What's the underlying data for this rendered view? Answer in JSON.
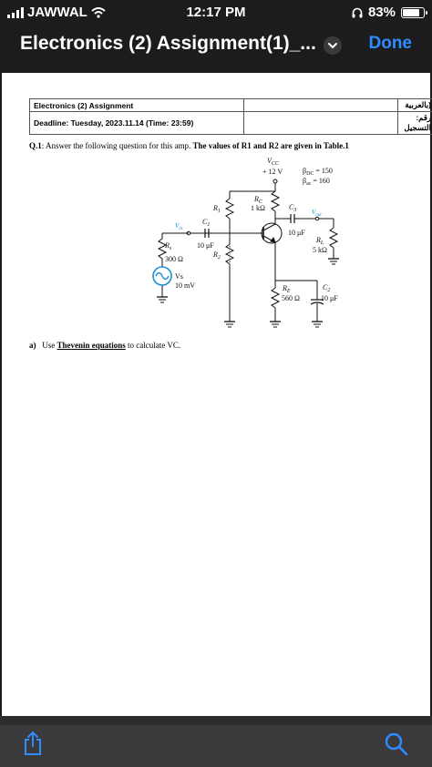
{
  "status": {
    "carrier": "JAWWAL",
    "time": "12:17 PM",
    "battery": "83%",
    "battery_level": 0.83
  },
  "nav": {
    "title": "Electronics (2) Assignment(1)_...",
    "done": "Done"
  },
  "doc": {
    "header": {
      "course": "Electronics (2) Assignment",
      "deadline": "Deadline: Tuesday, 2023.11.14 (Time: 23:59)",
      "arabic_name": "بالعربية)",
      "arabic_id": ":رقم التسجيل"
    },
    "q1": {
      "label": "Q.1",
      "text": ": Answer the following question for this amp. ",
      "bold": "The values of R1 and R2 are given in Table.1"
    },
    "qa": {
      "label": "a)",
      "pre": "Use ",
      "link": "Thevenin equations",
      "post": " to calculate VC."
    },
    "circuit": {
      "vcc": "V",
      "vcc_sub": "CC",
      "vcc_val": "+ 12 V",
      "bdc": "β",
      "bdc_sub": "DC",
      "bdc_val": " = 150",
      "bac": "β",
      "bac_sub": "ac",
      "bac_val": " = 160",
      "rc": "R",
      "rc_sub": "C",
      "rc_val": "1 kΩ",
      "r1": "R",
      "r1_sub": "1",
      "r2": "R",
      "r2_sub": "2",
      "c1": "C",
      "c1_sub": "1",
      "c1_val": "10 μF",
      "c3": "C",
      "c3_sub": "3",
      "c3_val": "10 μF",
      "c2": "C",
      "c2_sub": "2",
      "c2_val": "10 μF",
      "vin": "V",
      "vin_sub": "in",
      "vout": "V",
      "vout_sub": "out",
      "rs": "R",
      "rs_sub": "s",
      "rs_val": "300 Ω",
      "rl": "R",
      "rl_sub": "L",
      "rl_val": "5 kΩ",
      "re": "R",
      "re_sub": "E",
      "re_val": "560 Ω",
      "vs": "Vs",
      "vs_val": "10 mV"
    }
  },
  "toolbar": {
    "share_icon": "share-icon",
    "search_icon": "search-icon"
  },
  "colors": {
    "accent": "#2f8cff",
    "source": "#1d8fd0",
    "vin_label": "#1d8fd0"
  }
}
